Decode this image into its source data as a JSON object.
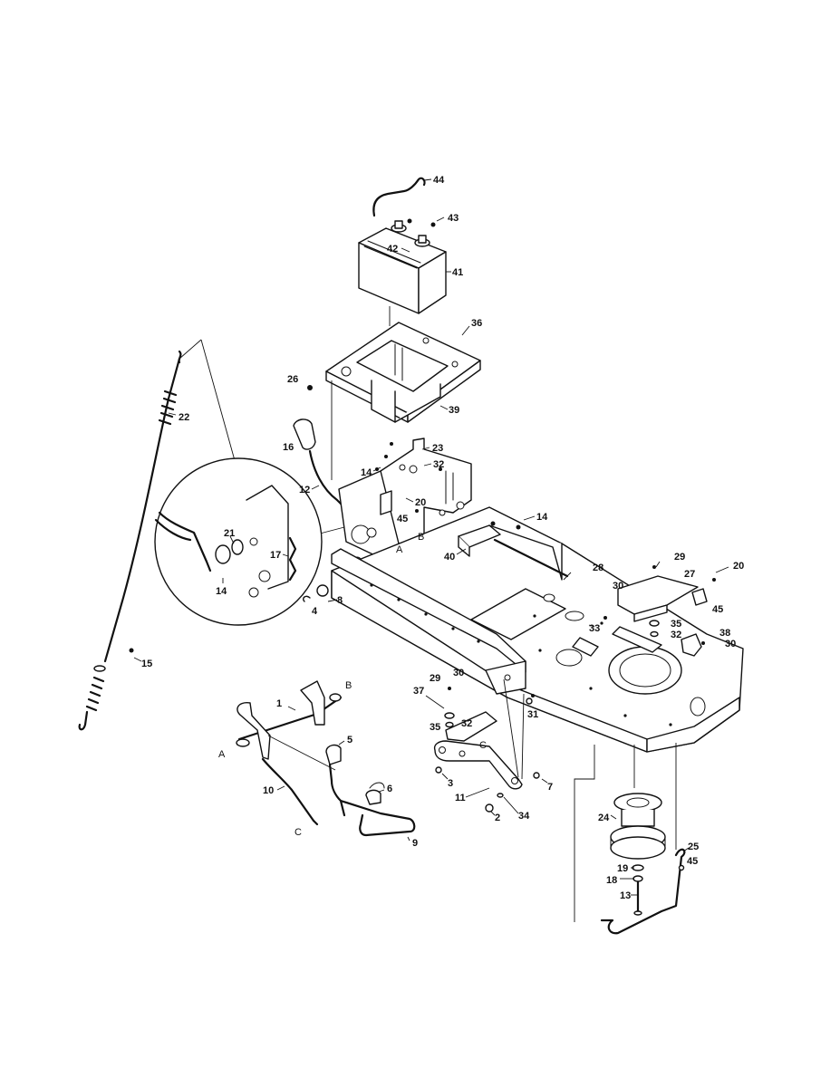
{
  "diagram": {
    "callouts": [
      "44",
      "43",
      "42",
      "41",
      "36",
      "26",
      "39",
      "22",
      "16",
      "23",
      "14",
      "32",
      "12",
      "20",
      "45",
      "21",
      "17",
      "14",
      "15",
      "14",
      "40",
      "29",
      "28",
      "30",
      "27",
      "20",
      "45",
      "8",
      "4",
      "33",
      "35",
      "32",
      "38",
      "30",
      "1",
      "5",
      "6",
      "10",
      "9",
      "29",
      "30",
      "37",
      "35",
      "32",
      "31",
      "3",
      "11",
      "7",
      "2",
      "34",
      "24",
      "25",
      "45",
      "19",
      "18",
      "13"
    ],
    "letters": [
      "A",
      "B",
      "B",
      "A",
      "C",
      "C"
    ]
  }
}
